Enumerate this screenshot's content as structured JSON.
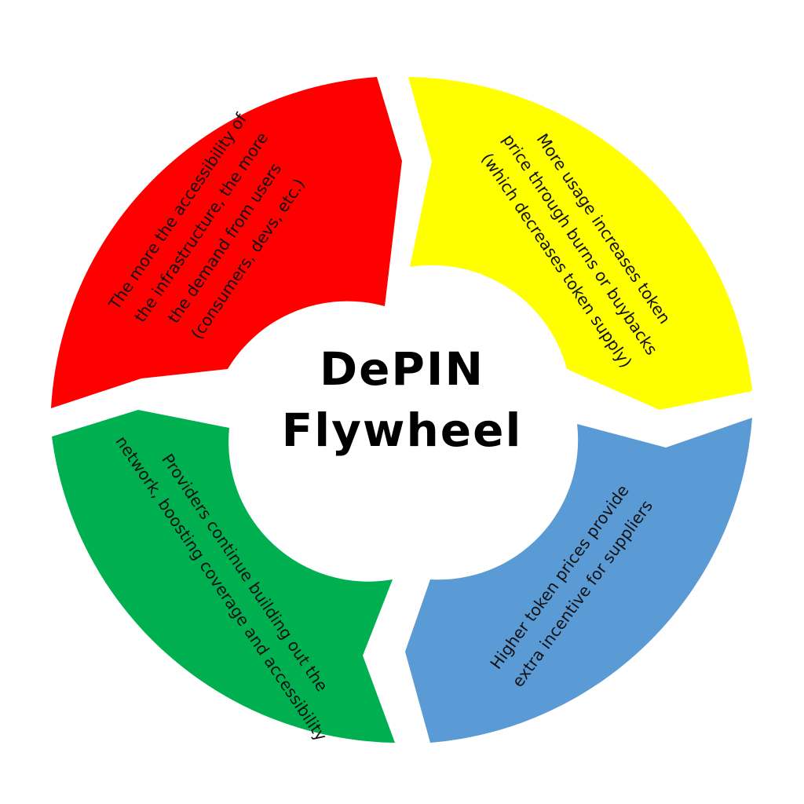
{
  "center": {
    "line1": "DePIN",
    "line2": "Flywheel"
  },
  "segments": {
    "red": {
      "color": "#fe0000",
      "lines": [
        "The more the accessibility of",
        "the infrastructure, the more",
        "the demand from users",
        "(consumers, devs, etc.)"
      ]
    },
    "yellow": {
      "color": "#ffff00",
      "lines": [
        "More usage increases token",
        "price through burns or buybacks",
        "(which decreases token supply)"
      ]
    },
    "blue": {
      "color": "#5b9bd5",
      "lines": [
        "Higher token prices provide",
        "extra incentive for suppliers"
      ]
    },
    "green": {
      "color": "#00b050",
      "lines": [
        "Providers continue building out the",
        "network, boosting coverage and accessibility"
      ]
    }
  }
}
